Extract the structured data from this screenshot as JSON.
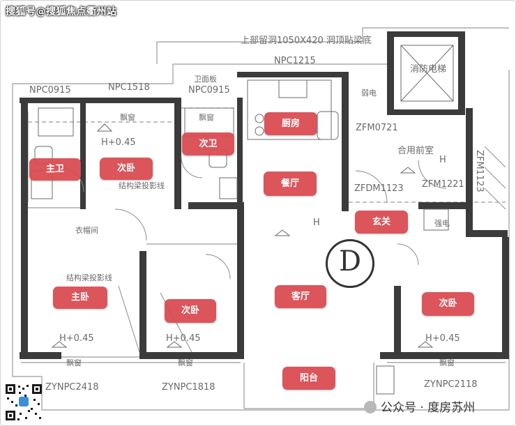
{
  "watermark": "搜狐号@搜狐焦点衢州站",
  "plan_label": "D",
  "rooms": {
    "master_bath": "主卫",
    "bedroom_nw": "次卧",
    "second_bath": "次卫",
    "kitchen": "厨房",
    "dining": "餐厅",
    "foyer": "玄关",
    "master_bedroom": "主卧",
    "bedroom_south": "次卧",
    "living_room": "客厅",
    "bedroom_east": "次卧",
    "balcony": "阳台"
  },
  "annotations": {
    "beam_top": "上部留洞1050X420  洞顶贴梁底",
    "npc1215": "NPC1215",
    "npc0915_left": "NPC0915",
    "npc1518": "NPC1518",
    "npc0915_right": "NPC0915",
    "sanitary_note": "卫面板",
    "fire_lift": "消防电梯",
    "fire_elec": "弱电",
    "zfm0721": "ZFM0721",
    "shared_front_room": "合用前室",
    "h_front": "H",
    "zfdm1123": "ZFDM1123",
    "zfm1221": "ZFM1221",
    "zfm1123": "ZFM1123",
    "weak_elec": "强电",
    "bay_window_1": "飘窗",
    "bay_window_2": "飘窗",
    "h045_nw": "H+0.45",
    "beam_line_1": "结构梁投影线",
    "closet": "衣帽间",
    "beam_line_2": "结构梁投影线",
    "h_living": "H",
    "h045_sw": "H+0.45",
    "h045_s": "H+0.45",
    "h045_se": "H+0.45",
    "bay_window_3": "飘窗",
    "bay_window_4": "飘窗",
    "bay_window_5": "飘窗",
    "zynpc2418": "ZYNPC2418",
    "zynpc1818": "ZYNPC1818",
    "zynpc2118": "ZYNPC2118"
  },
  "footer": {
    "brand": "公众号 · 度房苏州"
  },
  "colors": {
    "wall": "#3b3b3b",
    "label": "#d9494f",
    "line": "#8a8a8a"
  }
}
